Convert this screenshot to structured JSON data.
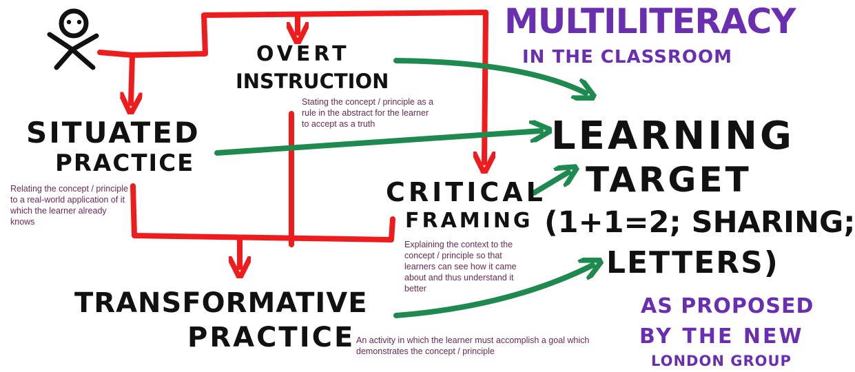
{
  "title": {
    "line1": "MULTILITERACY",
    "line2": "IN THE CLASSROOM"
  },
  "learner_icon": "stick-figure-icon",
  "nodes": {
    "overt": {
      "line1": "OVERT",
      "line2": "INSTRUCTION",
      "note": "Stating the concept / principle as a rule in the abstract for the learner to accept as a truth"
    },
    "situated": {
      "line1": "SITUATED",
      "line2": "PRACTICE",
      "note": "Relating the concept / principle to a real-world application of it which the learner already knows"
    },
    "critical": {
      "line1": "CRITICAL",
      "line2": "FRAMING",
      "note": "Explaining the context to the concept / principle so that learners can see how it came about and thus understand it better"
    },
    "transformative": {
      "line1": "TRANSFORMATIVE",
      "line2": "PRACTICE",
      "note": "An activity in which the learner must accomplish a goal which demonstrates the concept / principle"
    }
  },
  "target": {
    "line1": "LEARNING",
    "line2": "TARGET",
    "line3": "(1+1=2; SHARING;",
    "line4": "LETTERS)"
  },
  "credit": {
    "line1": "AS PROPOSED",
    "line2": "BY THE NEW",
    "line3": "LONDON GROUP"
  },
  "colors": {
    "red": "#ee1c1c",
    "green": "#1e8a4f",
    "purple": "#6a2fb0",
    "note": "#6b2a55",
    "ink": "#111111"
  }
}
